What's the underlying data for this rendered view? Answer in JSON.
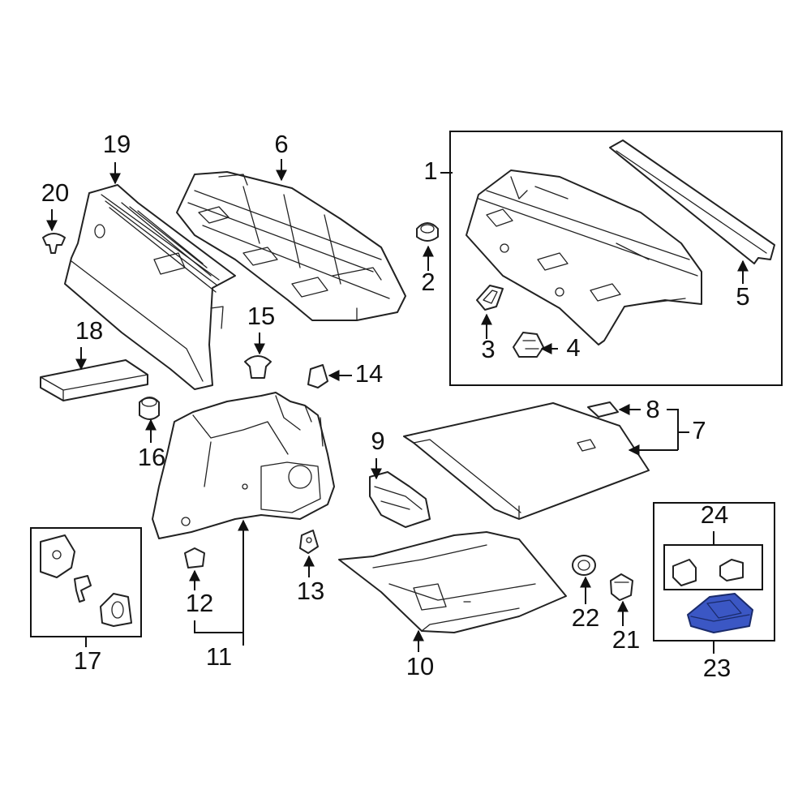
{
  "diagram": {
    "highlight_color": "#3B57C4",
    "callouts": [
      {
        "id": "1",
        "label": "1",
        "part": "rear-shelf-assembly"
      },
      {
        "id": "2",
        "label": "2",
        "part": "grommet"
      },
      {
        "id": "3",
        "label": "3",
        "part": "seat-belt-guide"
      },
      {
        "id": "4",
        "label": "4",
        "part": "bracket"
      },
      {
        "id": "5",
        "label": "5",
        "part": "trim-strip"
      },
      {
        "id": "6",
        "label": "6",
        "part": "package-tray-panel"
      },
      {
        "id": "7",
        "label": "7",
        "part": "trunk-floor-cover"
      },
      {
        "id": "8",
        "label": "8",
        "part": "handle"
      },
      {
        "id": "9",
        "label": "9",
        "part": "bracket"
      },
      {
        "id": "10",
        "label": "10",
        "part": "trunk-floor-mat"
      },
      {
        "id": "11",
        "label": "11",
        "part": "side-trim-panel"
      },
      {
        "id": "12",
        "label": "12",
        "part": "clip"
      },
      {
        "id": "13",
        "label": "13",
        "part": "nut"
      },
      {
        "id": "14",
        "label": "14",
        "part": "clip"
      },
      {
        "id": "15",
        "label": "15",
        "part": "retainer"
      },
      {
        "id": "16",
        "label": "16",
        "part": "plug"
      },
      {
        "id": "17",
        "label": "17",
        "part": "fastener-kit"
      },
      {
        "id": "18",
        "label": "18",
        "part": "foam-block"
      },
      {
        "id": "19",
        "label": "19",
        "part": "trunk-side-liner"
      },
      {
        "id": "20",
        "label": "20",
        "part": "push-pin"
      },
      {
        "id": "21",
        "label": "21",
        "part": "fastener"
      },
      {
        "id": "22",
        "label": "22",
        "part": "grommet"
      },
      {
        "id": "23",
        "label": "23",
        "part": "lamp-socket",
        "highlighted": true
      },
      {
        "id": "24",
        "label": "24",
        "part": "bulbs"
      }
    ]
  }
}
